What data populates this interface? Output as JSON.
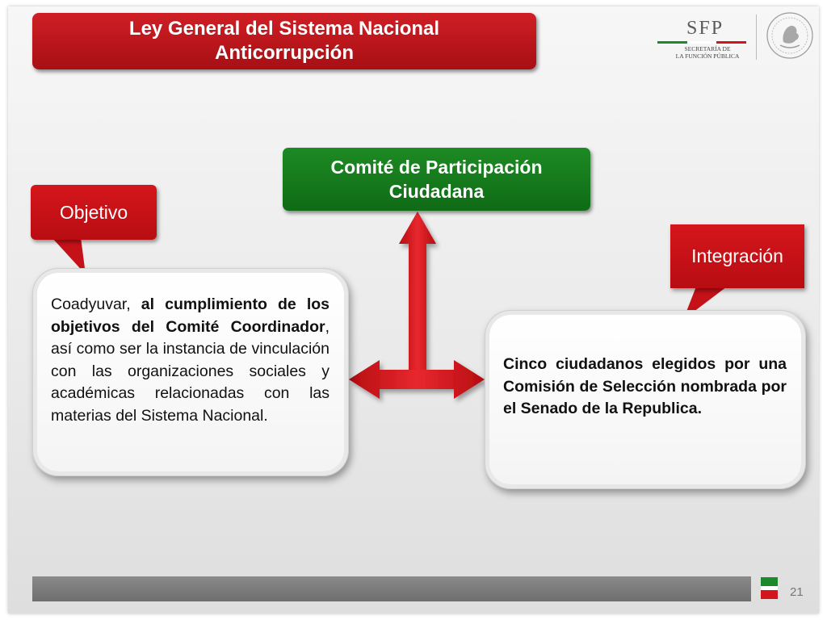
{
  "header": {
    "title": "Ley General del Sistema Nacional Anticorrupción",
    "logo_text": "SFP",
    "logo_sub_1": "SECRETARÍA DE",
    "logo_sub_2": "LA FUNCIÓN PÚBLICA",
    "seal_icon": "mexico-coat-of-arms-seal-icon"
  },
  "diagram": {
    "center_title": "Comité de Participación Ciudadana",
    "objective_label": "Objetivo",
    "integration_label": "Integración",
    "objective_text": {
      "p1": "Coadyuvar, ",
      "b1": "al cumplimiento de los objetivos del Comité Coordinador",
      "p2": ", así como ser la instancia de vinculación con las organizaciones sociales y académicas relacionadas con las materias del Sistema Nacional."
    },
    "integration_text": "Cinco ciudadanos elegidos por una Comisión de Selección nombrada por el Senado de la Republica."
  },
  "footer": {
    "page_number": "21"
  },
  "colors": {
    "title_red": "#c0161c",
    "committee_green": "#157a1c",
    "arrow_red": "#d8141a",
    "flag_green": "#1c8a2a",
    "flag_red": "#d2161c"
  }
}
